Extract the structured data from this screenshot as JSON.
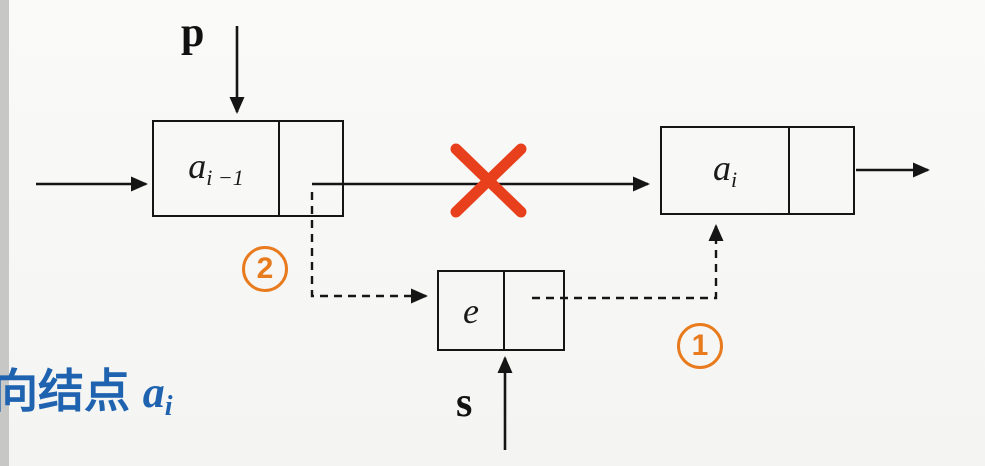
{
  "diagram_type": "linked-list-insertion",
  "labels": {
    "pointer_p": "p",
    "pointer_s": "s",
    "step1": "1",
    "step2": "2"
  },
  "nodes": {
    "prev": {
      "base": "a",
      "sub": "i −1"
    },
    "next": {
      "base": "a",
      "sub": "i"
    },
    "new": {
      "label": "e"
    }
  },
  "caption": {
    "text": "向结点 ",
    "var_base": "a",
    "var_sub": "i"
  },
  "colors": {
    "line_black": "#151515",
    "cross_red": "#e8401c",
    "step_orange": "#e87b1e",
    "caption_blue": "#1f63b0",
    "background": "#f7f7f5",
    "edge_strip_gray": "#c7c7c5"
  }
}
